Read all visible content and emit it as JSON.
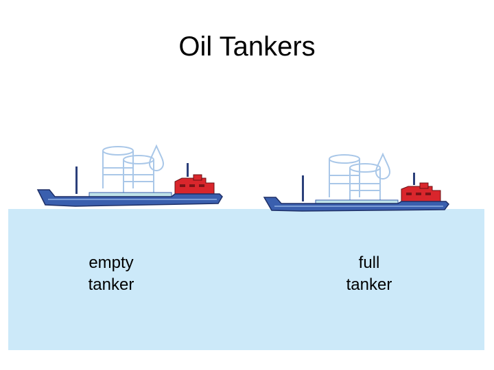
{
  "slide": {
    "title": "Oil Tankers"
  },
  "ships": [
    {
      "label_line1": "empty",
      "label_line2": "tanker"
    },
    {
      "label_line1": "full",
      "label_line2": "tanker"
    }
  ],
  "colors": {
    "water": "#cce9f9",
    "hull": "#3a5fae",
    "superstructure": "#d9262c",
    "oil_drum_outline": "#a9c7e8"
  },
  "icons": [
    "oil-barrels-icon",
    "oil-drop-icon",
    "tanker-ship-icon"
  ]
}
